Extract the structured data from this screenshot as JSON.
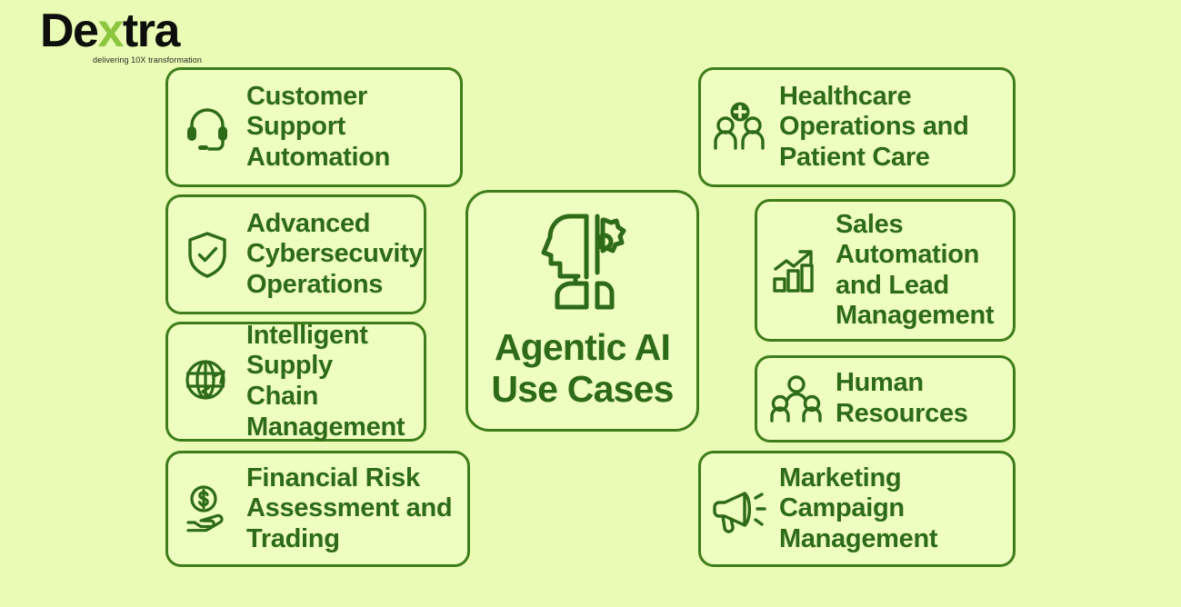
{
  "brand": {
    "name_part1": "De",
    "name_accent": "x",
    "name_part2": "tra",
    "tagline": "delivering 10X transformation",
    "accent_color": "#8cc63f",
    "wordmark_color": "#0e0f0c"
  },
  "theme": {
    "background": "#e9fbb4",
    "card_background": "#eefdc0",
    "border_color": "#3f7d1b",
    "text_color": "#2e6b18"
  },
  "center": {
    "title_line1": "Agentic AI",
    "title_line2": "Use Cases",
    "icon": "ai-head-gear-icon"
  },
  "left_cards": [
    {
      "id": "customer-support",
      "icon": "headset-icon",
      "lines": [
        "Customer",
        "Support",
        "Automation"
      ]
    },
    {
      "id": "cybersecurity",
      "icon": "shield-check-icon",
      "lines": [
        "Advanced",
        "Cybersecuvity",
        "Operations"
      ]
    },
    {
      "id": "supply-chain",
      "icon": "globe-arrow-icon",
      "lines": [
        "Intelligent",
        "Supply Chain",
        "Management"
      ]
    },
    {
      "id": "financial-risk",
      "icon": "hand-dollar-coin-icon",
      "lines": [
        "Financial Risk",
        "Assessment and",
        "Trading"
      ]
    }
  ],
  "right_cards": [
    {
      "id": "healthcare",
      "icon": "people-medical-cross-icon",
      "lines": [
        "Healthcare",
        "Operations and",
        "Patient Care"
      ]
    },
    {
      "id": "sales",
      "icon": "bar-chart-growth-icon",
      "lines": [
        "Sales",
        "Automation",
        "and Lead",
        "Management"
      ]
    },
    {
      "id": "human-resources",
      "icon": "people-group-icon",
      "lines": [
        "Human",
        "Resources"
      ]
    },
    {
      "id": "marketing",
      "icon": "megaphone-icon",
      "lines": [
        "Marketing",
        "Campaign",
        "Management"
      ]
    }
  ]
}
